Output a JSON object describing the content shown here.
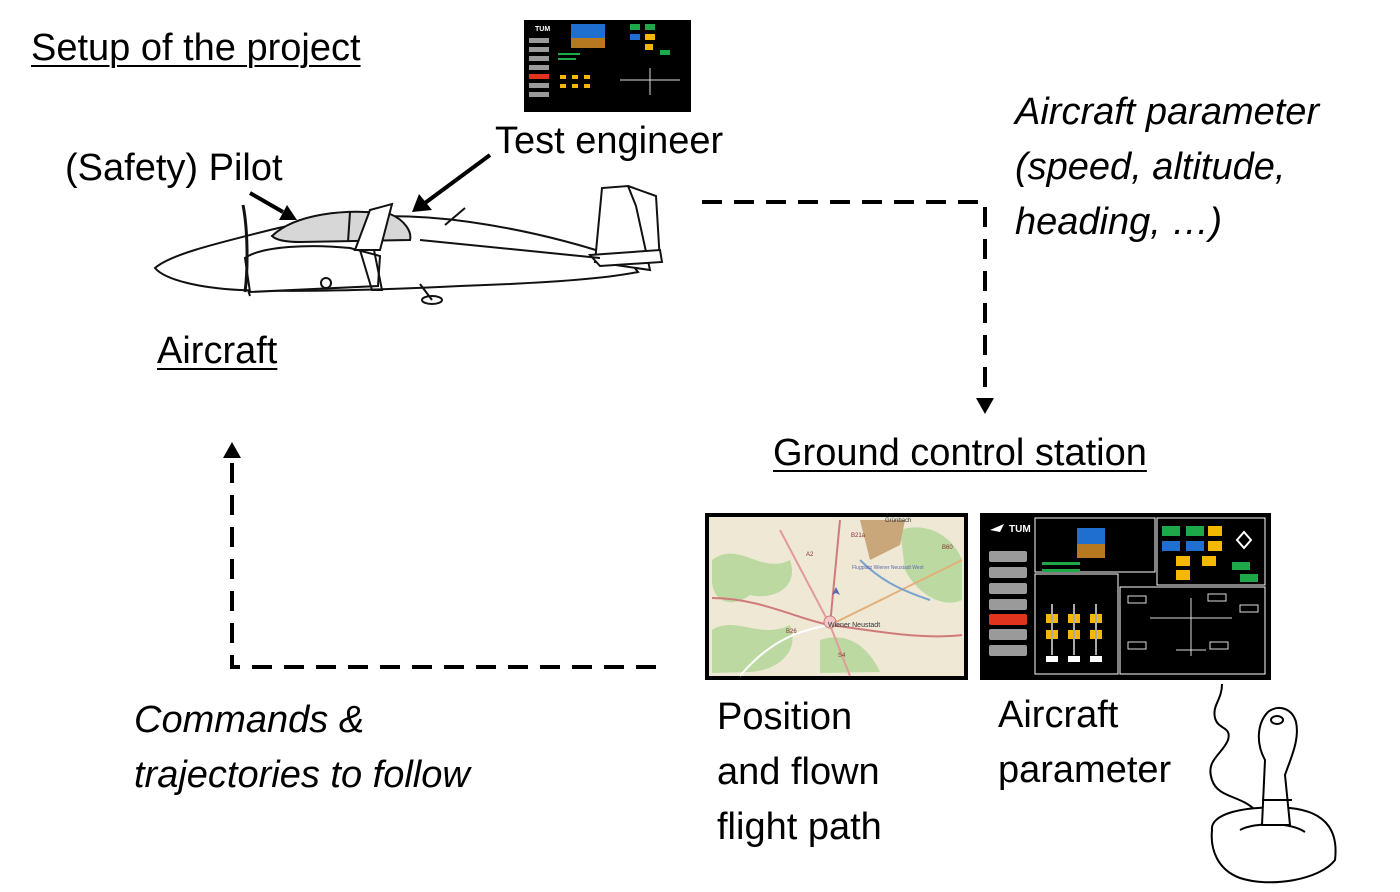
{
  "title": "Setup of the project",
  "labels": {
    "test_engineer": "Test engineer",
    "pilot": "(Safety) Pilot",
    "aircraft": "Aircraft",
    "ground_station": "Ground control station"
  },
  "downlink": {
    "line1": "Aircraft parameter",
    "line2": "(speed, altitude,",
    "line3": "heading, …)"
  },
  "uplink": {
    "line1": "Commands &",
    "line2": "trajectories to follow"
  },
  "map_caption": {
    "line1": "Position",
    "line2": "and flown",
    "line3": "flight path"
  },
  "param_caption": {
    "line1": "Aircraft",
    "line2": "parameter"
  },
  "tum_logo": "TUM",
  "map_places": {
    "city": "Wiener Neustadt",
    "airfield": "Flugplatz Wiener Neustadt West",
    "town": "Grünbach",
    "road_a2": "A2",
    "road_b21a": "B21a",
    "road_b60": "B60",
    "road_b26": "B26",
    "road_s4": "S4"
  },
  "colors": {
    "panel_bg": "#000000",
    "accent_yellow": "#f5b800",
    "accent_green": "#1ea84a",
    "accent_blue": "#1f6fd1",
    "button_red": "#e1341e",
    "button_grey": "#9a9a9a",
    "map_land": "#eee8d5",
    "map_forest": "#bcd9a1"
  }
}
